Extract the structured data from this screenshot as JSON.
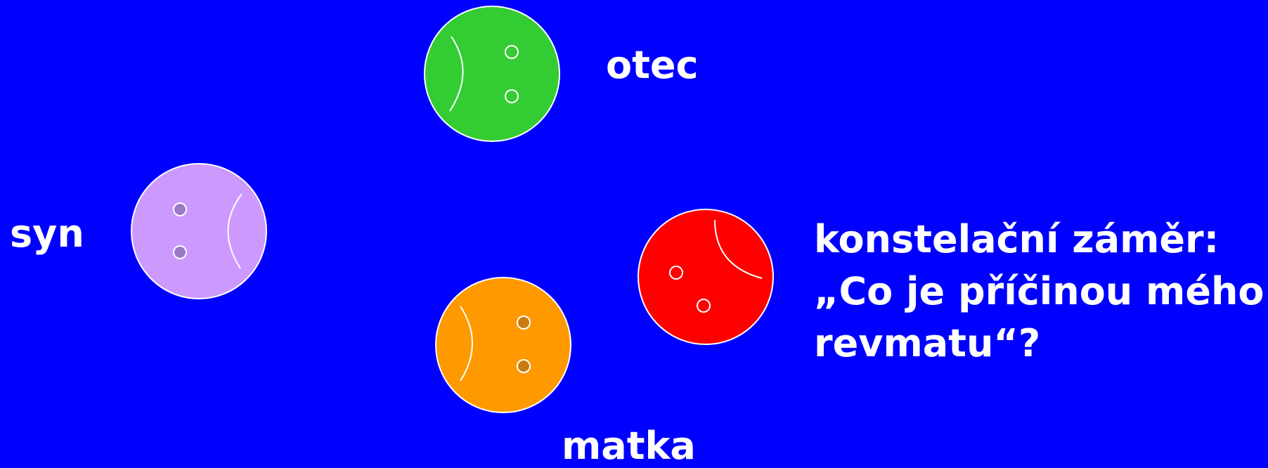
{
  "colors": {
    "background": "#0000FF",
    "father_face": "#33CC33",
    "son_face": "#CC99FF",
    "mother_face": "#FF9900",
    "client_face": "#FF0000",
    "outline": "#FFFFFF"
  },
  "figures": [
    {
      "role": "father",
      "label": "otec",
      "facing": "left",
      "color": "#33CC33"
    },
    {
      "role": "son",
      "label": "syn",
      "facing": "right",
      "color": "#CC99FF"
    },
    {
      "role": "mother",
      "label": "matka",
      "facing": "left",
      "color": "#FF9900"
    },
    {
      "role": "client",
      "label": "",
      "facing": "up-right",
      "color": "#FF0000"
    }
  ],
  "labels": {
    "father": "otec",
    "son": "syn",
    "mother": "matka"
  },
  "question": {
    "line1": "konstelační záměr:",
    "line2": "„Co je příčinou mého",
    "line3": "revmatu“?"
  }
}
